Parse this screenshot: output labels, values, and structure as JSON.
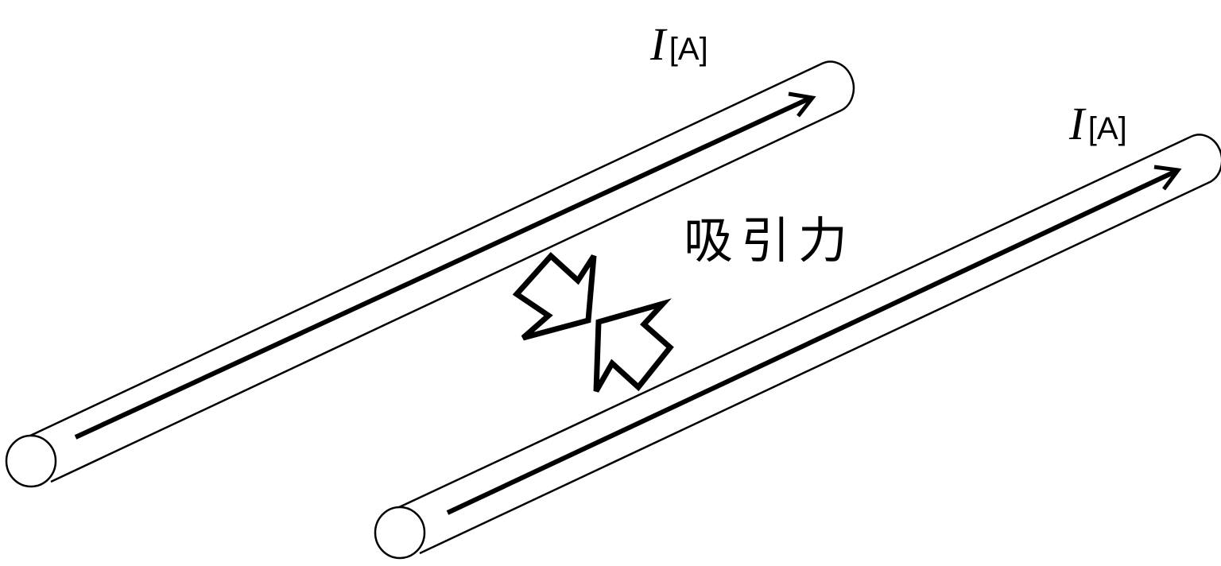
{
  "wire1": {
    "current_symbol": "I",
    "unit": "[A]"
  },
  "wire2": {
    "current_symbol": "I",
    "unit": "[A]"
  },
  "force_label": "吸引力",
  "colors": {
    "stroke": "#000000",
    "background": "#ffffff"
  }
}
